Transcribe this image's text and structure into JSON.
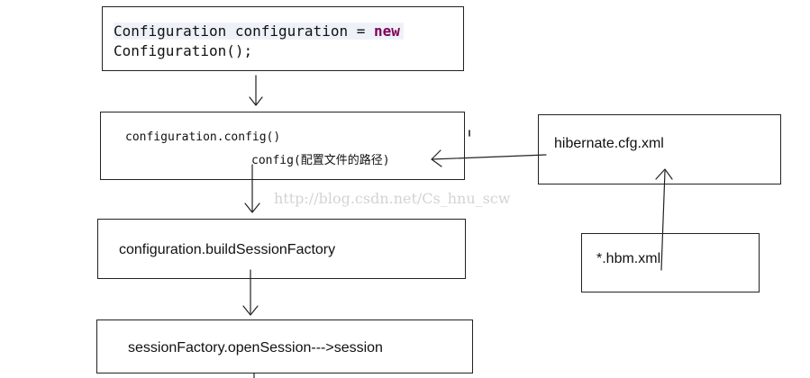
{
  "boxes": {
    "configuration_new": {
      "line1_prefix": "Configuration configuration = ",
      "line1_keyword": "new",
      "line2": "Configuration();"
    },
    "config_call": {
      "line1": "configuration.config()",
      "line2": "config(配置文件的路径)"
    },
    "hibernate_cfg": {
      "label": "hibernate.cfg.xml"
    },
    "hbm_xml": {
      "label": "*.hbm.xml"
    },
    "build_session_factory": {
      "label": "configuration.buildSessionFactory"
    },
    "open_session": {
      "label": "sessionFactory.openSession--->session"
    }
  },
  "watermark": "http://blog.csdn.net/Cs_hnu_scw",
  "colors": {
    "keyword": "#7f0055",
    "code_background": "#eef2f8",
    "line": "#222222",
    "watermark": "#d3d3d3"
  }
}
